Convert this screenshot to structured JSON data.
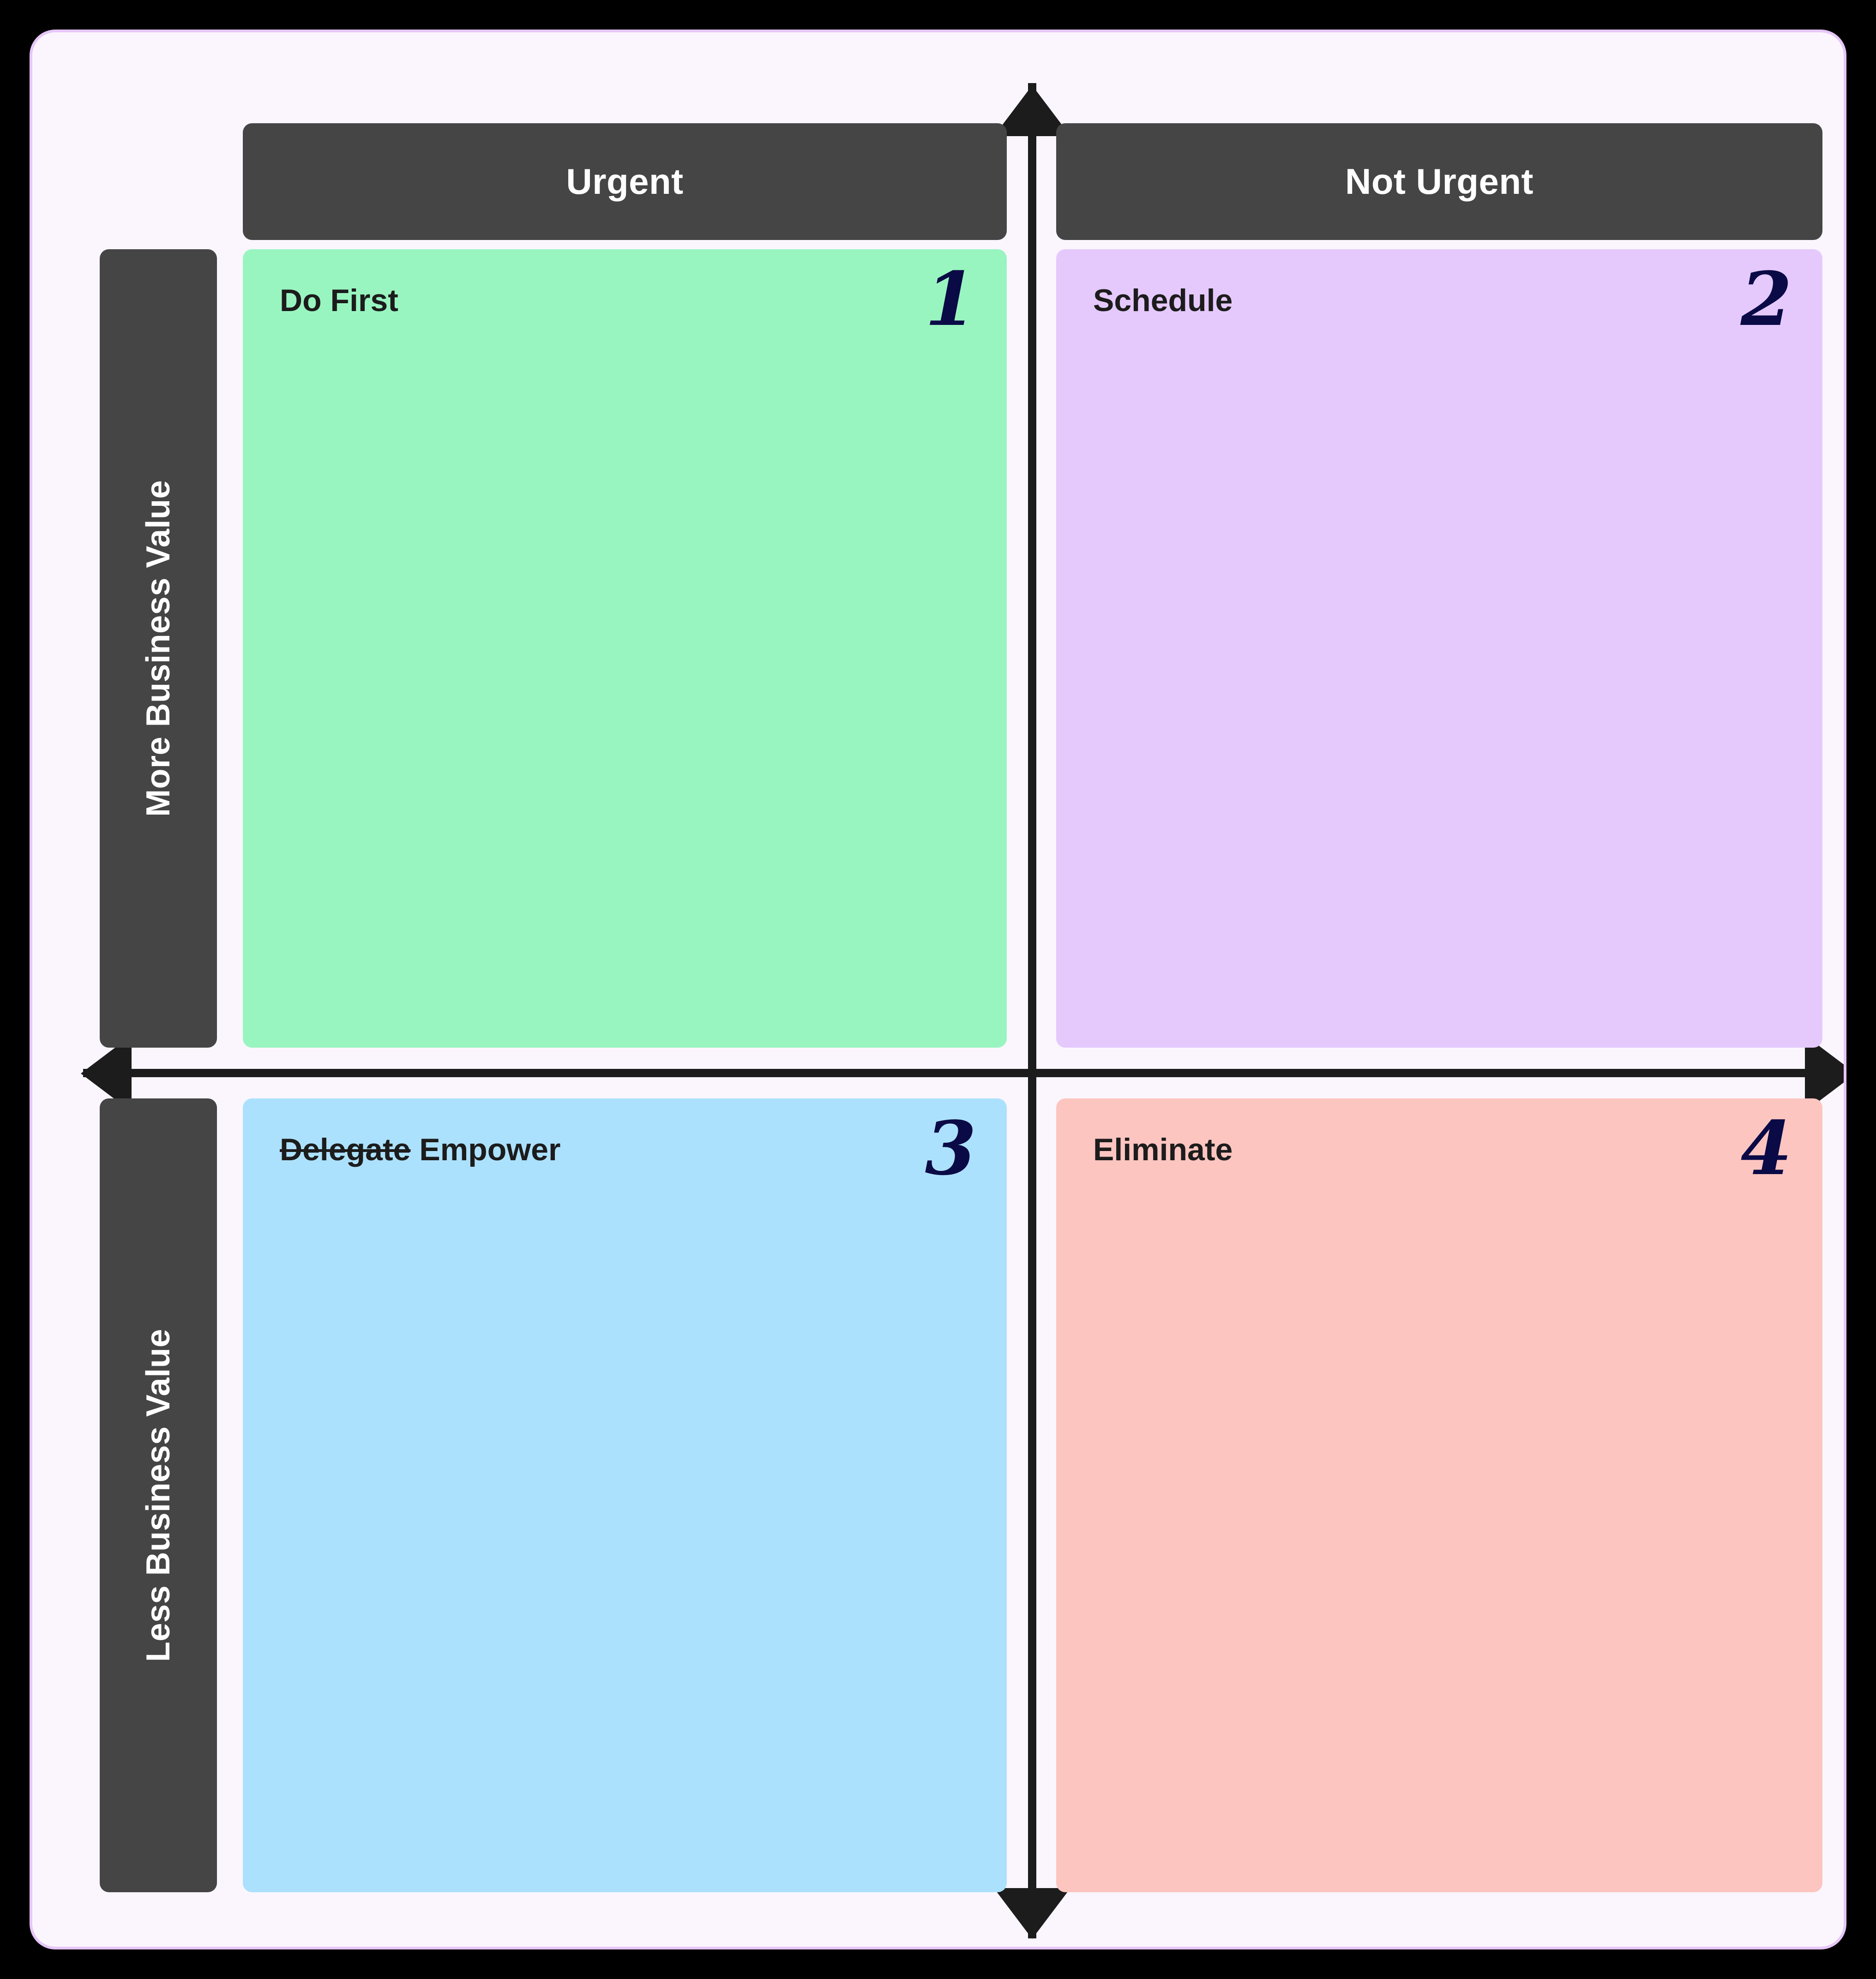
{
  "diagram": {
    "type": "eisenhower-matrix",
    "background_color": "#000000",
    "card_background": "#FBF6FE",
    "card_border_color": "#E6C6F8",
    "axis_color": "#1C1C1C",
    "label_bar_color": "#454545",
    "numeral_color": "#0A0A46"
  },
  "column_headers": [
    {
      "label": "Urgent",
      "name": "urgent"
    },
    {
      "label": "Not Urgent",
      "name": "not-urgent"
    }
  ],
  "row_labels": [
    {
      "label": "More Business Value",
      "name": "more-business-value"
    },
    {
      "label": "Less Business Value",
      "name": "less-business-value"
    }
  ],
  "quadrants": [
    {
      "number": "1",
      "title": "Do First",
      "struck_text": "",
      "plain_text": "Do First",
      "color": "#99F5C0",
      "urgency": "Urgent",
      "value": "More Business Value"
    },
    {
      "number": "2",
      "title": "Schedule",
      "struck_text": "",
      "plain_text": "Schedule",
      "color": "#E5C9FC",
      "urgency": "Not Urgent",
      "value": "More Business Value"
    },
    {
      "number": "3",
      "title": "Delegate Empower",
      "struck_text": "Delegate",
      "plain_text": " Empower",
      "color": "#ACE1FD",
      "urgency": "Urgent",
      "value": "Less Business Value"
    },
    {
      "number": "4",
      "title": "Eliminate",
      "struck_text": "",
      "plain_text": "Eliminate",
      "color": "#FDC5C0",
      "urgency": "Not Urgent",
      "value": "Less Business Value"
    }
  ],
  "axes": {
    "vertical_name": "business-value-axis",
    "horizontal_name": "urgency-axis",
    "arrow_up": "arrow-up-icon",
    "arrow_down": "arrow-down-icon",
    "arrow_left": "arrow-left-icon",
    "arrow_right": "arrow-right-icon"
  }
}
